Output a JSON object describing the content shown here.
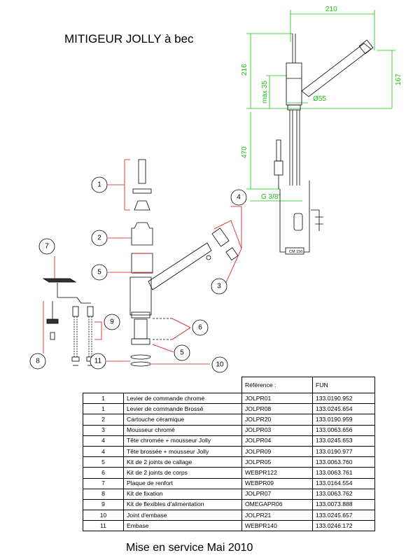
{
  "title": "MITIGEUR JOLLY à bec",
  "footer": "Mise en service Mai 2010",
  "dimensions": {
    "width_total": "210",
    "height_total": "216",
    "spout_height": "167",
    "max_height": "max 35",
    "diameter": "Ø55",
    "hose_length": "470",
    "thread": "G 3/8\"",
    "cutout_label": "CM 150"
  },
  "callouts": [
    "1",
    "2",
    "3",
    "4",
    "5",
    "6",
    "7",
    "8",
    "9",
    "10",
    "11",
    "5"
  ],
  "table": {
    "headers": {
      "ref": "Référence :",
      "fun": "FUN"
    },
    "rows": [
      {
        "num": "1",
        "desc": "Levier de commande chromé",
        "ref": "JOLPR01",
        "fun": "133.0190.952"
      },
      {
        "num": "1",
        "desc": "Levier de commande Brossé",
        "ref": "JOLPR08",
        "fun": "133.0245.654"
      },
      {
        "num": "2",
        "desc": "Cartouche céramique",
        "ref": "JOLPR20",
        "fun": "133.0190.959"
      },
      {
        "num": "3",
        "desc": "Mousseur chromé",
        "ref": "JOLPR03",
        "fun": "133.0063.656"
      },
      {
        "num": "4",
        "desc": "Tête chromée + mousseur Jolly",
        "ref": "JOLPR04",
        "fun": "133.0245.653"
      },
      {
        "num": "4",
        "desc": "Tête brossée + mousseur Jolly",
        "ref": "JOLPR09",
        "fun": "133.0190.977"
      },
      {
        "num": "5",
        "desc": "Kit de 2 joints de callage",
        "ref": "JOLPR05",
        "fun": "133.0063.760"
      },
      {
        "num": "6",
        "desc": "Kit de 2 joints de corps",
        "ref": "WEBPR122",
        "fun": "133.0063.761"
      },
      {
        "num": "7",
        "desc": "Plaque de renfort",
        "ref": "WEBPR09",
        "fun": "133.0164.554"
      },
      {
        "num": "8",
        "desc": "Kit de fixation",
        "ref": "JOLPR07",
        "fun": "133.0063.762"
      },
      {
        "num": "9",
        "desc": "Kit de flexibles d'alimentation",
        "ref": "OMEGAPR06",
        "fun": "133.0073.888"
      },
      {
        "num": "10",
        "desc": "Joint d'embase",
        "ref": "JOLPR21",
        "fun": "133.0245.657"
      },
      {
        "num": "11",
        "desc": "Embase",
        "ref": "WEBPR140",
        "fun": "133.0246.172"
      }
    ]
  }
}
